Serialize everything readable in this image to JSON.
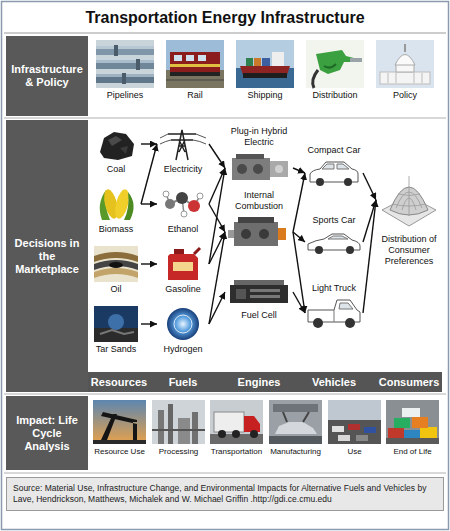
{
  "diagram": {
    "title": "Transportation Energy Infrastructure",
    "caption": "Source: Material Use, Infrastructure Change, and Environmental Impacts for Alternative Fuels and Vehicles by Lave, Hendrickson, Matthews, Michalek and W. Michael Griffin .http://gdi.ce.cmu.edu",
    "nodes": [
      {
        "text": [
          "Infrastructure & Policy"
        ]
      },
      {
        "text": [
          "Pipelines"
        ]
      },
      {
        "text": [
          "Rail"
        ]
      },
      {
        "text": [
          "Shipping"
        ]
      },
      {
        "text": [
          "Distribution"
        ]
      },
      {
        "text": [
          "Policy"
        ]
      },
      {
        "text": [
          "Decisions in the Marketplace"
        ]
      },
      {
        "text": [
          "Coal"
        ]
      },
      {
        "text": [
          "Biomass"
        ]
      },
      {
        "text": [
          "Oil"
        ]
      },
      {
        "text": [
          "Tar Sands"
        ]
      },
      {
        "text": [
          "Electricity"
        ]
      },
      {
        "text": [
          "Ethanol"
        ]
      },
      {
        "text": [
          "Gasoline"
        ]
      },
      {
        "text": [
          "Hydrogen"
        ]
      },
      {
        "text": [
          "Plug-in Hybrid Electric"
        ]
      },
      {
        "text": [
          "Internal Combustion"
        ]
      },
      {
        "text": [
          "Fuel Cell"
        ]
      },
      {
        "text": [
          "Compact Car"
        ]
      },
      {
        "text": [
          "Sports Car"
        ]
      },
      {
        "text": [
          "Light Truck"
        ]
      },
      {
        "text": [
          "Distribution of Consumer Preferences"
        ]
      },
      {
        "text": [
          "Impact: Life Cycle Analysis"
        ]
      },
      {
        "text": [
          "Resource Use"
        ]
      },
      {
        "text": [
          "Processing"
        ]
      },
      {
        "text": [
          "Transportation"
        ]
      },
      {
        "text": [
          "Manufacturing"
        ]
      },
      {
        "text": [
          "Use"
        ]
      },
      {
        "text": [
          "End of Life"
        ]
      }
    ],
    "edges": [
      {
        "from": 7,
        "to": 11,
        "arrow": "to"
      },
      {
        "from": 8,
        "to": 11,
        "arrow": "to"
      },
      {
        "from": 8,
        "to": 12,
        "arrow": "to"
      },
      {
        "from": 9,
        "to": 13,
        "arrow": "to"
      },
      {
        "from": 10,
        "to": 14,
        "arrow": "to"
      },
      {
        "from": 11,
        "to": 15,
        "arrow": "to"
      },
      {
        "from": 12,
        "to": 15,
        "arrow": "to"
      },
      {
        "from": 12,
        "to": 16,
        "arrow": "to"
      },
      {
        "from": 13,
        "to": 15,
        "arrow": "to"
      },
      {
        "from": 13,
        "to": 16,
        "arrow": "to"
      },
      {
        "from": 14,
        "to": 16,
        "arrow": "to"
      },
      {
        "from": 14,
        "to": 17,
        "arrow": "to"
      },
      {
        "from": 15,
        "to": 18,
        "arrow": "to"
      },
      {
        "from": 16,
        "to": 18,
        "arrow": "to"
      },
      {
        "from": 16,
        "to": 19,
        "arrow": "to"
      },
      {
        "from": 16,
        "to": 20,
        "arrow": "to"
      },
      {
        "from": 17,
        "to": 20,
        "arrow": "to"
      },
      {
        "from": 18,
        "to": 21,
        "arrow": "to"
      },
      {
        "from": 19,
        "to": 21,
        "arrow": "to"
      },
      {
        "from": 20,
        "to": 21,
        "arrow": "to"
      }
    ],
    "labels": [
      "Resources",
      "Fuels",
      "Engines",
      "Vehicles",
      "Consumers"
    ]
  }
}
